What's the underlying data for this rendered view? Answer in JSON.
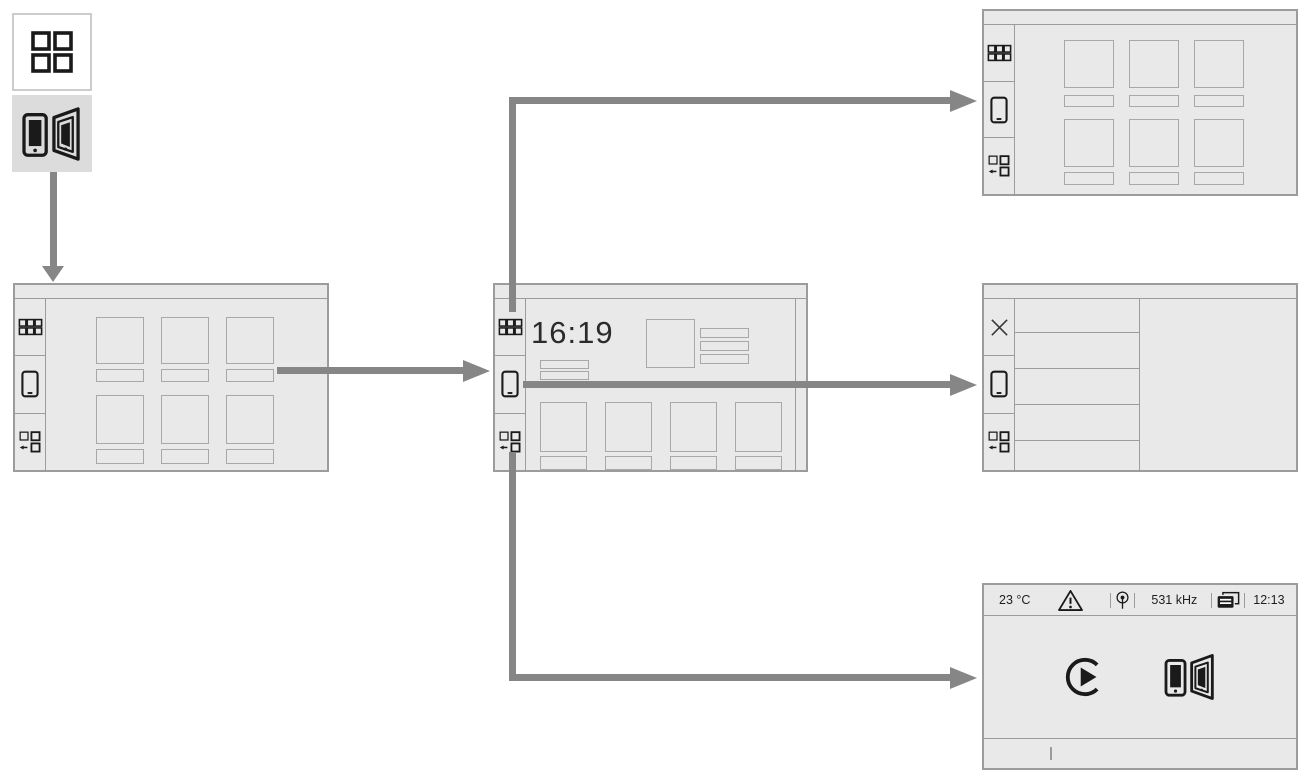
{
  "diagram": {
    "legend": {
      "box1_icon": "app-grid-2x2",
      "box2_icon": "phone-mirroring"
    },
    "screens": {
      "app_grid_left": {
        "sidebar_icons": [
          "app-grid",
          "smartphone",
          "split-screen"
        ],
        "tile_count": 6
      },
      "smartphone_home": {
        "clock": "16:19",
        "sidebar_icons": [
          "app-grid",
          "smartphone",
          "split-screen"
        ],
        "tile_count": 4
      },
      "app_grid_top_right": {
        "sidebar_icons": [
          "app-grid",
          "smartphone",
          "split-screen"
        ],
        "tile_count": 6
      },
      "phone_list": {
        "sidebar_icons": [
          "close",
          "smartphone",
          "split-screen"
        ],
        "row_count": 5
      },
      "radio_status": {
        "status_bar": {
          "temperature": "23 °C",
          "frequency": "531 kHz",
          "clock": "12:13",
          "icons": [
            "warning",
            "antenna",
            "traffic-info"
          ]
        },
        "main_icons": [
          "play-circle",
          "phone-mirroring"
        ]
      }
    },
    "colors": {
      "screen_fill": "#e9e9e9",
      "screen_border": "#9c9c9c",
      "arrow": "#868686",
      "icon_black": "#1a1a1a"
    }
  }
}
